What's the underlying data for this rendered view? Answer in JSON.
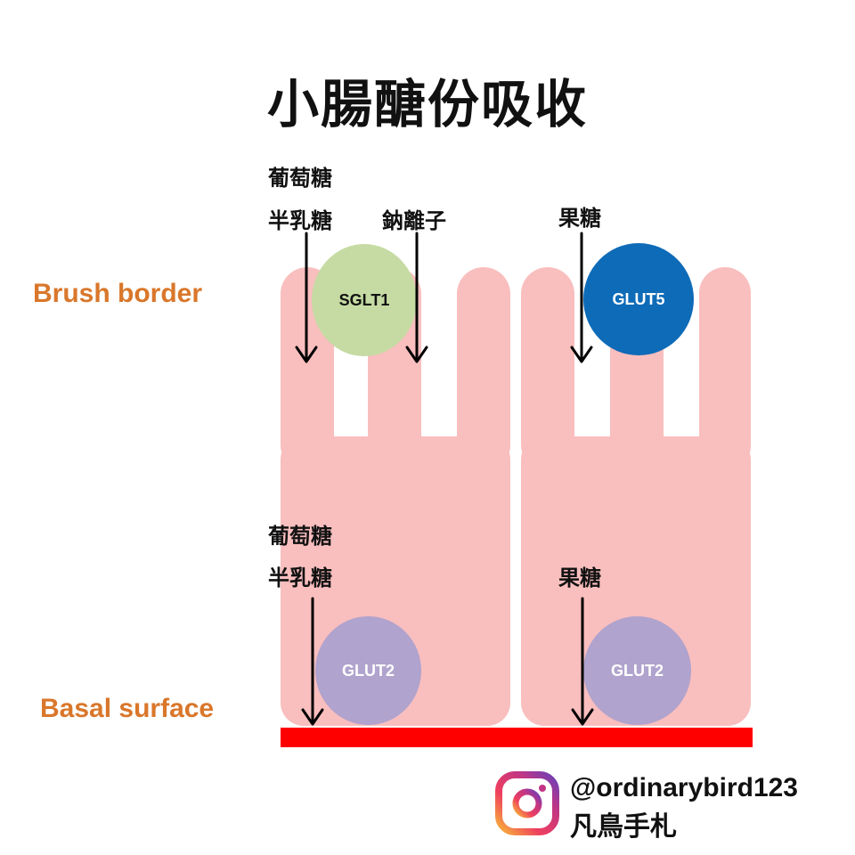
{
  "title": "小腸醣份吸收",
  "labels": {
    "brush_border": "Brush border",
    "basal_surface": "Basal surface"
  },
  "apical_left": {
    "sugar_1": "葡萄糖",
    "sugar_2": "半乳糖",
    "ion": "鈉離子",
    "transporter": "SGLT1"
  },
  "apical_right": {
    "sugar": "果糖",
    "transporter": "GLUT5"
  },
  "basal_left": {
    "sugar_1": "葡萄糖",
    "sugar_2": "半乳糖",
    "transporter": "GLUT2"
  },
  "basal_right": {
    "sugar": "果糖",
    "transporter": "GLUT2"
  },
  "colors": {
    "cell": "#f9bebe",
    "membrane": "#ff0000",
    "sglt1": "#c5dba3",
    "glut5": "#0e6bb8",
    "glut2": "#b0a3cd",
    "label": "#d9772b"
  },
  "credit": {
    "handle": "@ordinarybird123",
    "name": "凡鳥手札"
  }
}
